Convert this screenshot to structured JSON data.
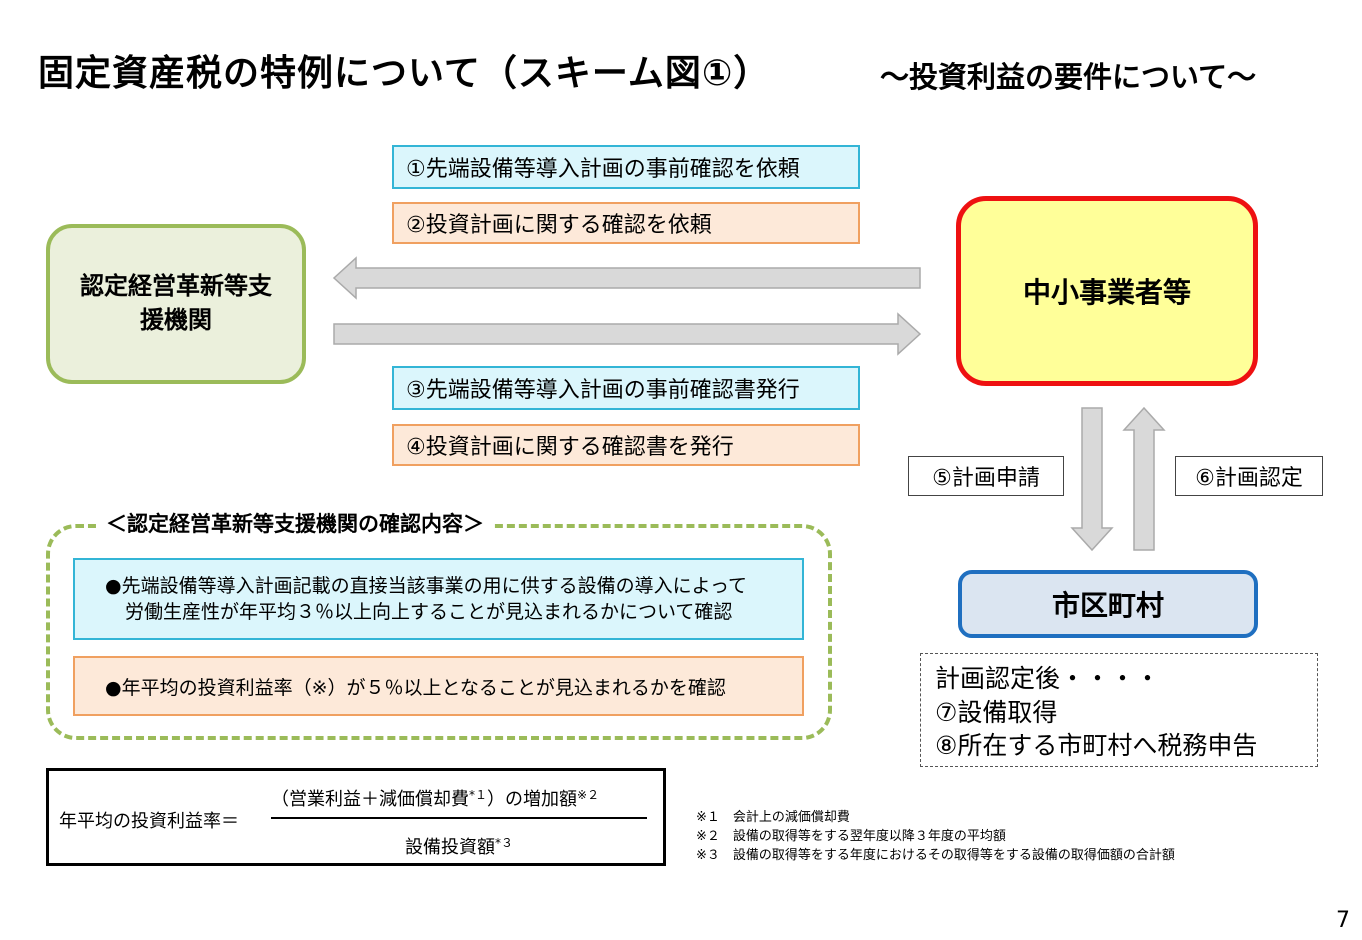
{
  "title": "固定資産税の特例について（スキーム図①）",
  "subtitle": "～投資利益の要件について～",
  "nodes": {
    "support_org": "認定経営革新等支援機関",
    "sme": "中小事業者等",
    "municipality": "市区町村"
  },
  "steps": {
    "s1": "①先端設備等導入計画の事前確認を依頼",
    "s2": "②投資計画に関する確認を依頼",
    "s3": "③先端設備等導入計画の事前確認書発行",
    "s4": "④投資計画に関する確認書を発行",
    "s5": "⑤計画申請",
    "s6": "⑥計画認定"
  },
  "confirmation": {
    "title": "＜認定経営革新等支援機関の確認内容＞",
    "item1_line1": "●先端設備等導入計画記載の直接当該事業の用に供する設備の導入によって",
    "item1_line2": "労働生産性が年平均３％以上向上することが見込まれるかについて確認",
    "item2": "●年平均の投資利益率（※）が５％以上となることが見込まれるかを確認"
  },
  "after_approval": {
    "line1": "計画認定後・・・・",
    "line2": "⑦設備取得",
    "line3": "⑧所在する市町村へ税務申告"
  },
  "formula": {
    "label": "年平均の投資利益率＝",
    "numerator": "（営業利益＋減価償却費",
    "numerator_sup1": "*１",
    "numerator_tail": "）の増加額",
    "numerator_sup2": "※２",
    "denominator": "設備投資額",
    "denominator_sup": "*３"
  },
  "notes": {
    "n1": "※１　会計上の減価償却費",
    "n2": "※２　設備の取得等をする翌年度以降３年度の平均額",
    "n3": "※３　設備の取得等をする年度におけるその取得等をする設備の取得価額の合計額"
  },
  "page_number": "7",
  "colors": {
    "support_fill": "#ebf0dc",
    "support_border": "#9bbb59",
    "sme_fill": "#ffff99",
    "sme_border": "#ee1111",
    "city_fill": "#dbe5f1",
    "city_border": "#1f6fc0",
    "arrow": "#d9d9d9"
  }
}
